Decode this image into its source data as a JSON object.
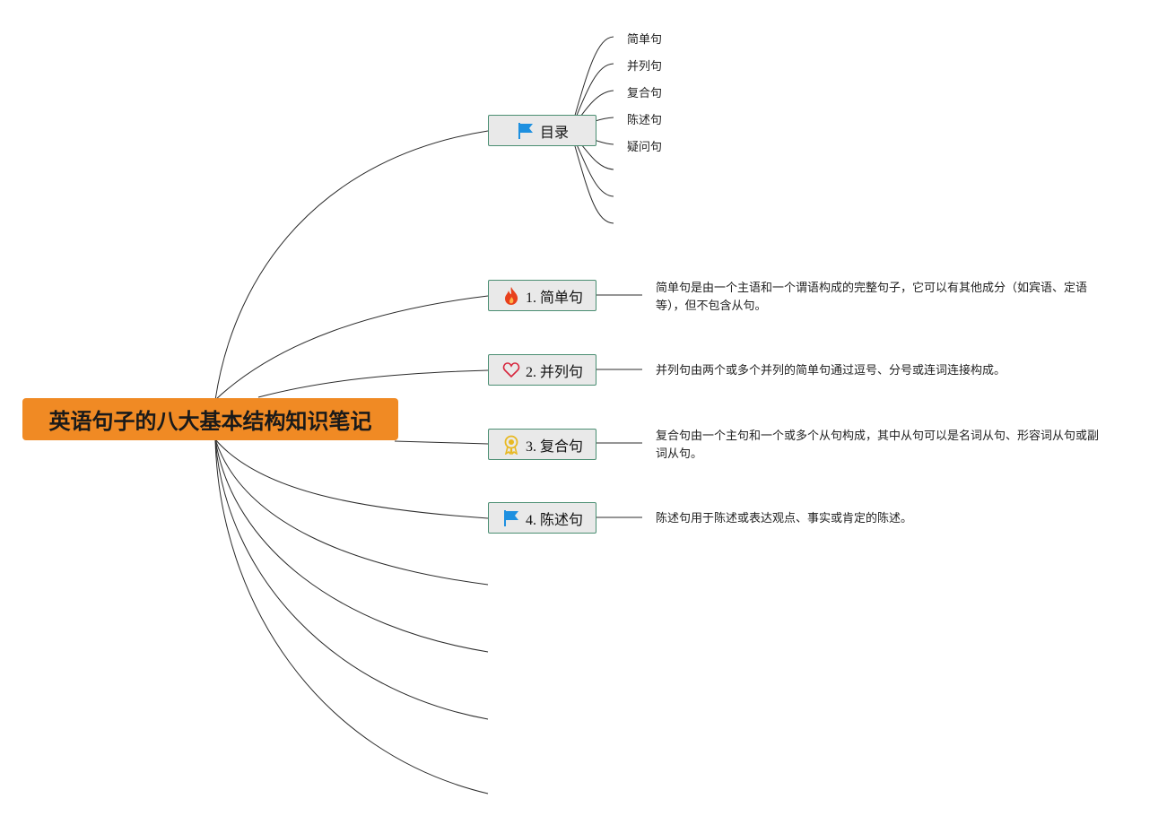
{
  "root": {
    "title": "英语句子的八大基本结构知识笔记"
  },
  "toc": {
    "label": "目录",
    "icon": "flag-icon",
    "items": [
      "简单句",
      "并列句",
      "复合句",
      "陈述句",
      "疑问句"
    ]
  },
  "topics": [
    {
      "label": "1. 简单句",
      "icon": "fire-icon",
      "description": "简单句是由一个主语和一个谓语构成的完整句子，它可以有其他成分（如宾语、定语等），但不包含从句。"
    },
    {
      "label": "2. 并列句",
      "icon": "heart-icon",
      "description": "并列句由两个或多个并列的简单句通过逗号、分号或连词连接构成。"
    },
    {
      "label": "3. 复合句",
      "icon": "award-icon",
      "description": "复合句由一个主句和一个或多个从句构成，其中从句可以是名词从句、形容词从句或副词从句。"
    },
    {
      "label": "4. 陈述句",
      "icon": "flag-icon",
      "description": "陈述句用于陈述或表达观点、事实或肯定的陈述。"
    }
  ],
  "colors": {
    "root_fill": "#f08a24",
    "topic_fill": "#e9e9e9",
    "topic_border": "#4a8e72",
    "flag": "#1e90e0",
    "fire": "#e8401c",
    "heart": "#d7263d",
    "award": "#e8b923"
  }
}
